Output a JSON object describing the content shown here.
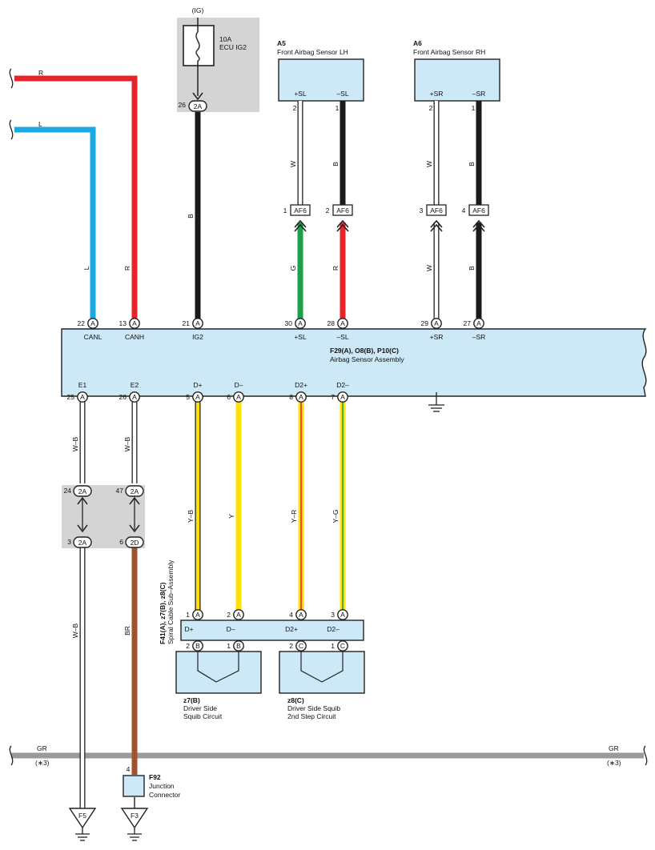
{
  "top_fuse": {
    "power_label": "(IG)",
    "fuse_label_1": "10A",
    "fuse_label_2": "ECU IG2",
    "junction_pin": "26",
    "junction_code": "2A"
  },
  "sensor_lh": {
    "code": "A5",
    "name": "Front Airbag Sensor LH",
    "pins": [
      {
        "num": "2",
        "label": "+SL"
      },
      {
        "num": "1",
        "label": "–SL"
      }
    ]
  },
  "sensor_rh": {
    "code": "A6",
    "name": "Front Airbag Sensor RH",
    "pins": [
      {
        "num": "2",
        "label": "+SR"
      },
      {
        "num": "1",
        "label": "–SR"
      }
    ]
  },
  "af6_connectors": [
    {
      "num": "1",
      "code": "AF6"
    },
    {
      "num": "2",
      "code": "AF6"
    },
    {
      "num": "3",
      "code": "AF6"
    },
    {
      "num": "4",
      "code": "AF6"
    }
  ],
  "bus_wires": [
    {
      "label": "R"
    },
    {
      "label": "L"
    }
  ],
  "wire_colors": {
    "canl": "L",
    "canh": "R",
    "ig2": "B",
    "lh_plus_upper": "W",
    "lh_minus_upper": "B",
    "rh_plus_upper": "W",
    "rh_minus_upper": "B",
    "lh_plus_lower": "G",
    "lh_minus_lower": "R",
    "rh_plus_lower": "W",
    "rh_minus_lower": "B",
    "e1_upper": "W–B",
    "e2_upper": "W–B",
    "e1_lower": "W–B",
    "e2_lower": "BR",
    "dp": "Y–B",
    "dm": "Y",
    "d2p": "Y–R",
    "d2m": "Y–G"
  },
  "assembly": {
    "code": "F29(A), O8(B), P10(C)",
    "name": "Airbag Sensor Assembly",
    "top_pins": [
      {
        "num": "22",
        "conn": "A",
        "label": "CANL"
      },
      {
        "num": "13",
        "conn": "A",
        "label": "CANH"
      },
      {
        "num": "21",
        "conn": "A",
        "label": "IG2"
      },
      {
        "num": "30",
        "conn": "A",
        "label": "+SL"
      },
      {
        "num": "28",
        "conn": "A",
        "label": "–SL"
      },
      {
        "num": "29",
        "conn": "A",
        "label": "+SR"
      },
      {
        "num": "27",
        "conn": "A",
        "label": "–SR"
      }
    ],
    "bottom_pins": [
      {
        "num": "25",
        "conn": "A",
        "label": "E1"
      },
      {
        "num": "26",
        "conn": "A",
        "label": "E2"
      },
      {
        "num": "5",
        "conn": "A",
        "label": "D+"
      },
      {
        "num": "6",
        "conn": "A",
        "label": "D–"
      },
      {
        "num": "8",
        "conn": "A",
        "label": "D2+"
      },
      {
        "num": "7",
        "conn": "A",
        "label": "D2–"
      }
    ]
  },
  "mid_junction": {
    "top": [
      {
        "num": "24",
        "code": "2A"
      },
      {
        "num": "47",
        "code": "2A"
      }
    ],
    "bottom": [
      {
        "num": "3",
        "code": "2A"
      },
      {
        "num": "6",
        "code": "2D"
      }
    ]
  },
  "spiral_cable": {
    "code": "F41(A), z7(B), z8(C)",
    "name": "Spiral Cable Sub–Assembly",
    "top_pins": [
      {
        "num": "1",
        "conn": "A",
        "label": "D+"
      },
      {
        "num": "2",
        "conn": "A",
        "label": "D–"
      },
      {
        "num": "4",
        "conn": "A",
        "label": "D2+"
      },
      {
        "num": "3",
        "conn": "A",
        "label": "D2–"
      }
    ],
    "bottom_pins": [
      {
        "num": "2",
        "conn": "B"
      },
      {
        "num": "1",
        "conn": "B"
      },
      {
        "num": "2",
        "conn": "C"
      },
      {
        "num": "1",
        "conn": "C"
      }
    ]
  },
  "squib_1": {
    "code": "z7(B)",
    "line1": "Driver Side",
    "line2": "Squib Circuit"
  },
  "squib_2": {
    "code": "z8(C)",
    "line1": "Driver Side Squib",
    "line2": "2nd Step Circuit"
  },
  "gr_bus": {
    "label": "GR",
    "sub": "(∗3)"
  },
  "junction_connector": {
    "pin": "4",
    "code": "F92",
    "line1": "Junction",
    "line2": "Connector"
  },
  "grounds": [
    {
      "code": "F5"
    },
    {
      "code": "F3"
    }
  ],
  "colors": {
    "red": "#e8232a",
    "blue": "#1aa9e3",
    "black": "#1a1a1a",
    "green": "#1ba14a",
    "yellow": "#ffe000",
    "brown": "#a0522d",
    "gray_bus": "#9a9a9a",
    "component_fill": "#cde8f6",
    "junction_shade": "#d4d4d4"
  }
}
